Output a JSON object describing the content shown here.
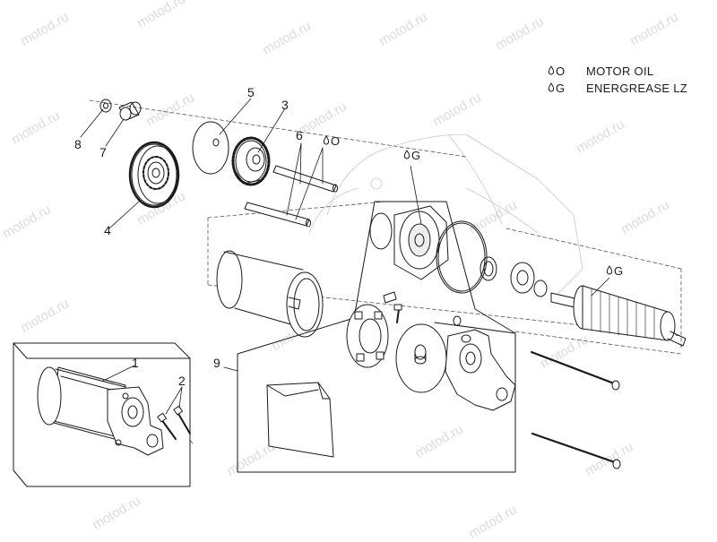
{
  "watermark": "motod.ru",
  "legend": [
    {
      "symbol": "O",
      "label": "MOTOR OIL"
    },
    {
      "symbol": "G",
      "label": "ENERGREASE LZ"
    }
  ],
  "callouts": {
    "c1": "1",
    "c2": "2",
    "c3": "3",
    "c4": "4",
    "c5": "5",
    "c6": "6",
    "c7": "7",
    "c8": "8",
    "c9": "9"
  },
  "lube_marks": {
    "oil": "O",
    "grease": "G"
  },
  "colors": {
    "line": "#1a1a1a",
    "part_fill": "#ffffff",
    "watermark": "#dcdcdc",
    "shade": "#bdbdbd"
  }
}
